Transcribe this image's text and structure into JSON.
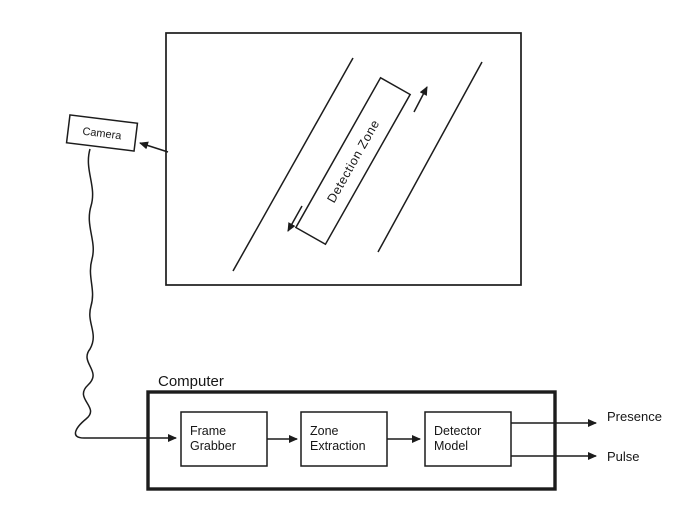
{
  "figure": {
    "camera": {
      "label": "Camera"
    },
    "scene": {
      "detection_zone_label": "Detection Zone"
    },
    "computer": {
      "label": "Computer",
      "frame_grabber": {
        "line1": "Frame",
        "line2": "Grabber"
      },
      "zone_extraction": {
        "line1": "Zone",
        "line2": "Extraction"
      },
      "detector_model": {
        "line1": "Detector",
        "line2": "Model"
      }
    },
    "outputs": {
      "presence": "Presence",
      "pulse": "Pulse"
    },
    "colors": {
      "ink": "#1c1c1c",
      "paper": "#ffffff"
    }
  }
}
